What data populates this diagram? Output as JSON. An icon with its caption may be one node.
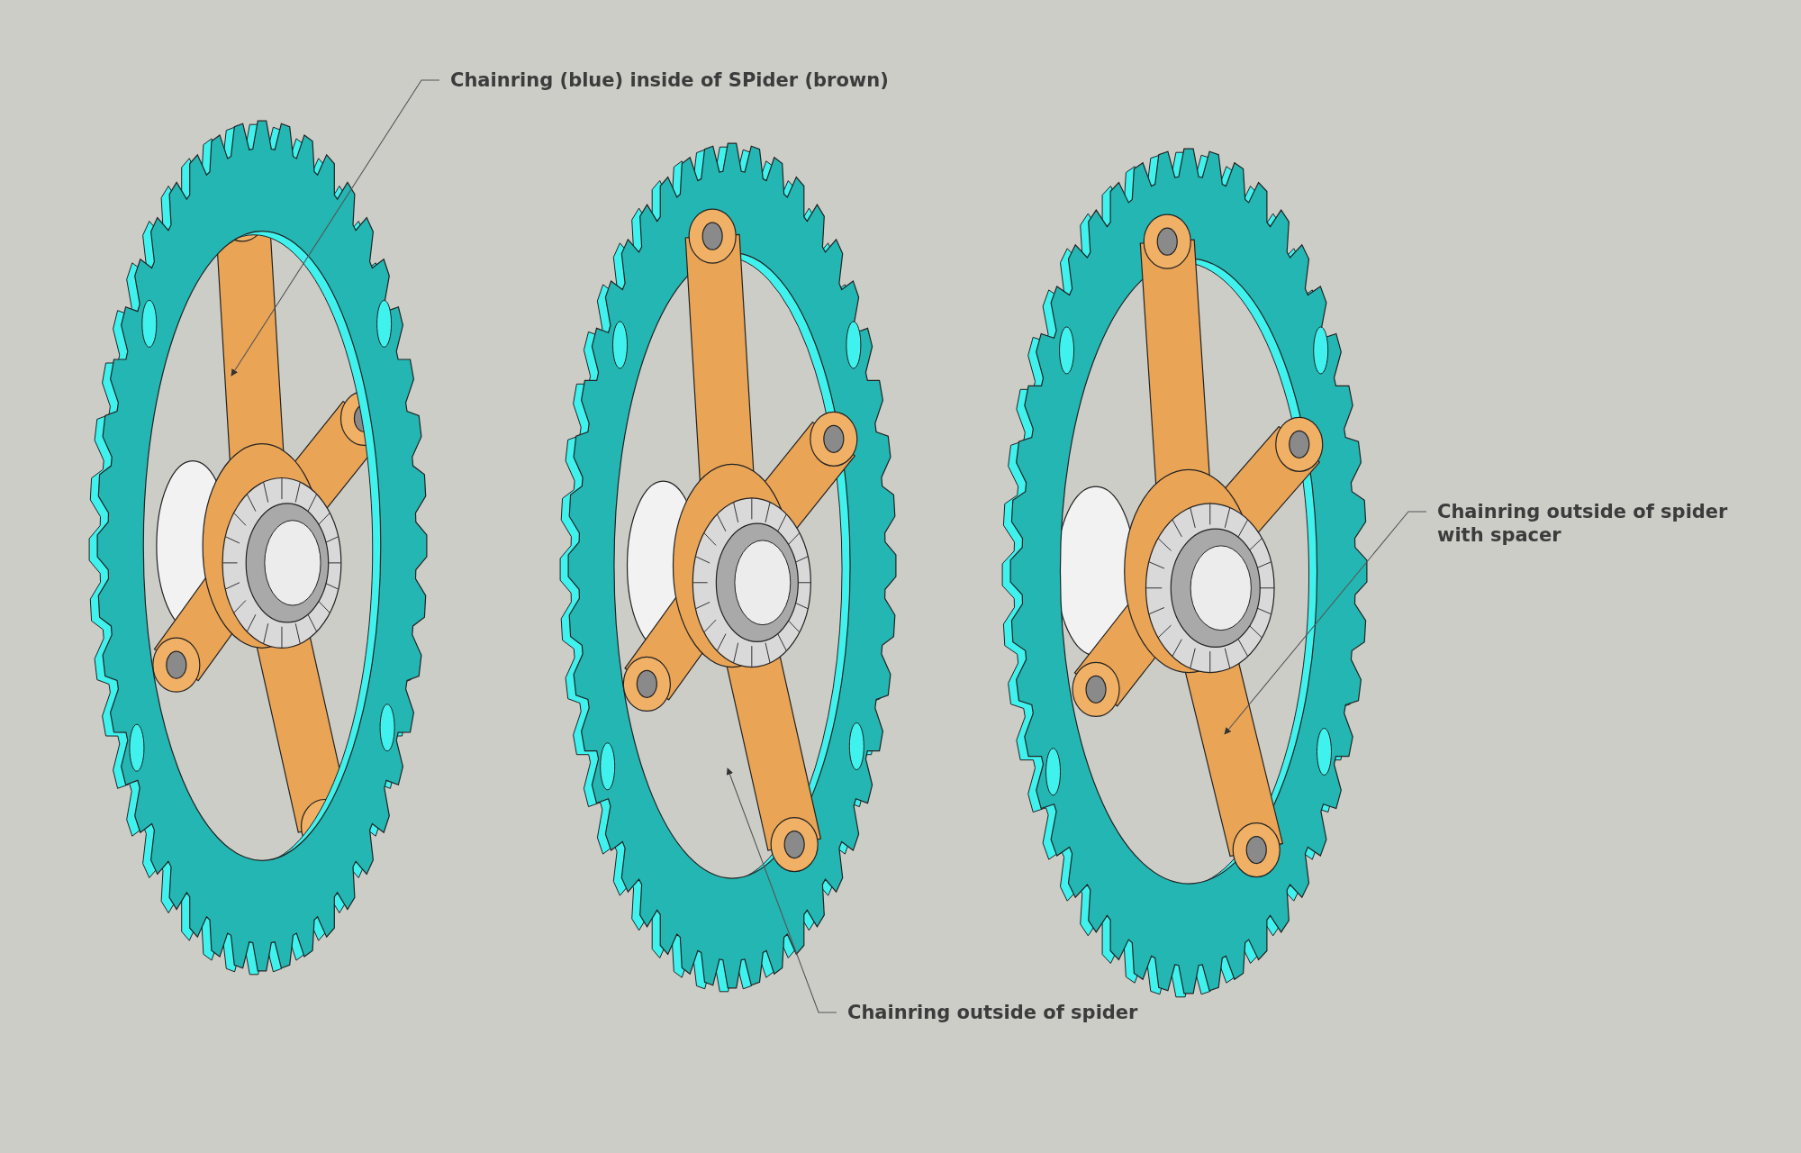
{
  "diagram": {
    "nodes": [
      {
        "text": [
          "Chainring (blue) inside of SPider (brown)"
        ]
      },
      {
        "text": [
          "Chainring outside of spider with spacer"
        ]
      },
      {
        "text": [
          "Chainring outside of spider"
        ]
      },
      {
        "text": [],
        "shape": "picture"
      },
      {
        "text": [],
        "shape": "picture"
      },
      {
        "text": [],
        "shape": "picture"
      }
    ],
    "edges": [
      {
        "from": 0,
        "to": 3,
        "arrow": "to"
      },
      {
        "from": 1,
        "to": 5,
        "arrow": "to"
      },
      {
        "from": 2,
        "to": 4,
        "arrow": "to"
      }
    ]
  }
}
